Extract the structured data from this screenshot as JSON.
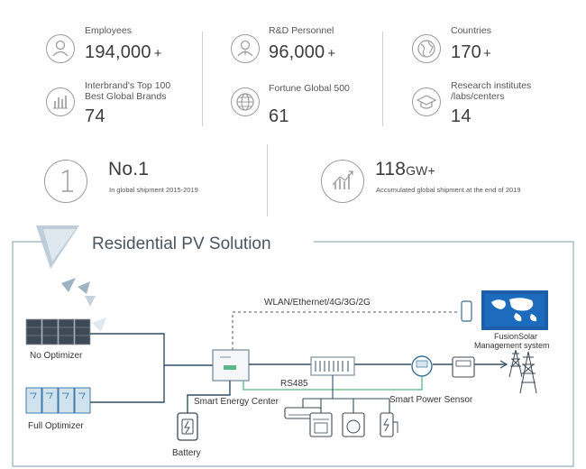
{
  "stats": [
    {
      "label": "Employees",
      "value": "194,000",
      "suffix": "+"
    },
    {
      "label": "R&D Personnel",
      "value": "96,000",
      "suffix": "+"
    },
    {
      "label": "Countries",
      "value": "170",
      "suffix": "+"
    },
    {
      "label_line1": "Interbrand's Top 100",
      "label_line2": "Best Global Brands",
      "value": "74"
    },
    {
      "label": "Fortune Global 500",
      "value": "61"
    },
    {
      "label_line1": "Research institutes",
      "label_line2": "/labs/centers",
      "value": "14"
    }
  ],
  "highlights": [
    {
      "value": "No.1",
      "subtitle": "In global shipment 2015-2019"
    },
    {
      "value": "118",
      "unit": "GW+",
      "subtitle": "Accumulated global shipment at the end of 2019"
    }
  ],
  "diagram": {
    "title": "Residential PV Solution",
    "comm_link": "WLAN/Ethernet/4G/3G/2G",
    "management_line1": "FusionSolar",
    "management_line2": "Management system",
    "no_optimizer": "No Optimizer",
    "full_optimizer": "Full Optimizer",
    "energy_center": "Smart Energy Center",
    "rs485": "RS485",
    "power_sensor": "Smart Power Sensor",
    "battery": "Battery"
  },
  "colors": {
    "accent": "#1a5fa8",
    "line": "#2f4f63",
    "green": "#5ab88a",
    "frame": "#a9bdc8"
  }
}
